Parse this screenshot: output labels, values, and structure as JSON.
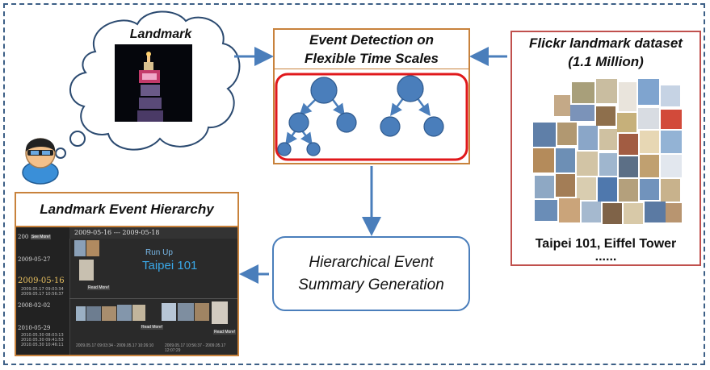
{
  "landmark": {
    "label": "Landmark"
  },
  "event_detection": {
    "title_line1": "Event Detection on",
    "title_line2": "Flexible Time Scales"
  },
  "flickr": {
    "title_line1": "Flickr landmark dataset",
    "title_line2": "(1.1 Million)",
    "caption": "Taipei 101, Eiffel Tower",
    "ellipsis": "......"
  },
  "hierarchy": {
    "title": "Landmark Event Hierarchy",
    "screenshot": {
      "range_header": "2009-05-16 --- 2009-05-18",
      "timeline": [
        "2009-05-27",
        "2009-05-16",
        "2008-02-02",
        "2010-05-29"
      ],
      "timeline_top": "200",
      "run_up": "Run Up",
      "taipei": "Taipei 101",
      "read_more": "Read More!",
      "see_more": "See More!",
      "footer_left": "2009.05.17 09:03:34 - 2009.05.17 10:26:10",
      "footer_right": "2009.05.17 10:56:37 - 2009.05.17 12:07:29",
      "sub_dates_1": [
        "2009.05.17 09:03:34",
        "2009.05.17 10:56:37"
      ],
      "sub_dates_2": [
        "2010.05.30 08:03:13",
        "2010.05.30 09:41:53",
        "2010.05.30 10:46:11"
      ]
    }
  },
  "summary": {
    "line1": "Hierarchical Event",
    "line2": "Summary Generation"
  },
  "colors": {
    "arrow": "#4a7ebb",
    "node": "#4a7ebb",
    "frame": "#3c5f86",
    "accent_box": "#c8823c",
    "red_box": "#c0504d",
    "red_round": "#e0181b"
  }
}
